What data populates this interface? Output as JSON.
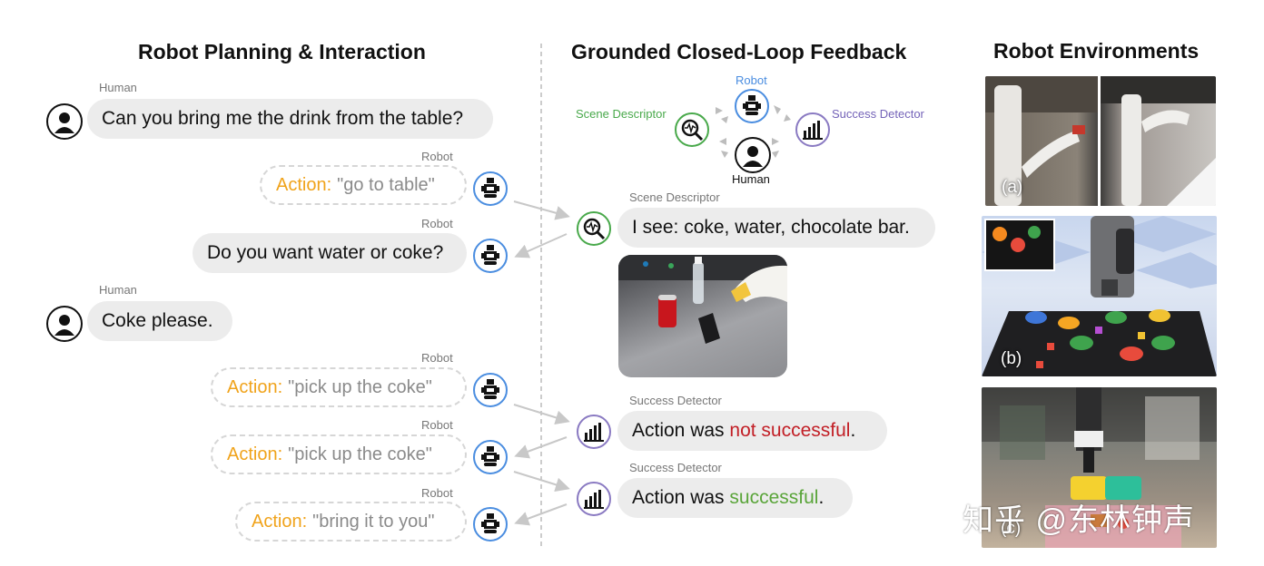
{
  "titles": {
    "left": "Robot Planning & Interaction",
    "middle": "Grounded Closed-Loop Feedback",
    "right": "Robot Environments"
  },
  "left_dialogue": {
    "human_label": "Human",
    "robot_label": "Robot",
    "human_msg_1": "Can you bring me the drink from the table?",
    "action_1_key": "Action:",
    "action_1_val": "\"go to table\"",
    "robot_msg_1": "Do you want water or coke?",
    "human_msg_2": "Coke please.",
    "action_2_key": "Action:",
    "action_2_val": "\"pick up the coke\"",
    "action_3_key": "Action:",
    "action_3_val": "\"pick up the coke\"",
    "action_4_key": "Action:",
    "action_4_val": "\"bring it to you\""
  },
  "middle": {
    "cycle_robot": "Robot",
    "cycle_scene": "Scene Descriptor",
    "cycle_success": "Success Detector",
    "cycle_human": "Human",
    "scene_label": "Scene Descriptor",
    "scene_msg": "I see: coke, water, chocolate bar.",
    "success_label_1": "Success Detector",
    "success_msg_1_prefix": "Action was ",
    "success_msg_1_highlight": "not successful",
    "success_msg_1_suffix": ".",
    "success_label_2": "Success Detector",
    "success_msg_2_prefix": "Action was ",
    "success_msg_2_highlight": "successful",
    "success_msg_2_suffix": "."
  },
  "environments": {
    "tag_a": "(a)",
    "tag_b": "(b)",
    "tag_c": "(c)"
  },
  "watermark": "知乎 @东林钟声",
  "colors": {
    "action_key": "#f0a31b",
    "robot_blue": "#4a8de0",
    "scene_green": "#49a94b",
    "success_purple": "#8a7ac2",
    "fail_red": "#c21f26",
    "ok_green": "#5aa53a"
  },
  "icons": [
    "human-icon",
    "robot-icon",
    "scene-descriptor-icon",
    "success-detector-icon"
  ]
}
